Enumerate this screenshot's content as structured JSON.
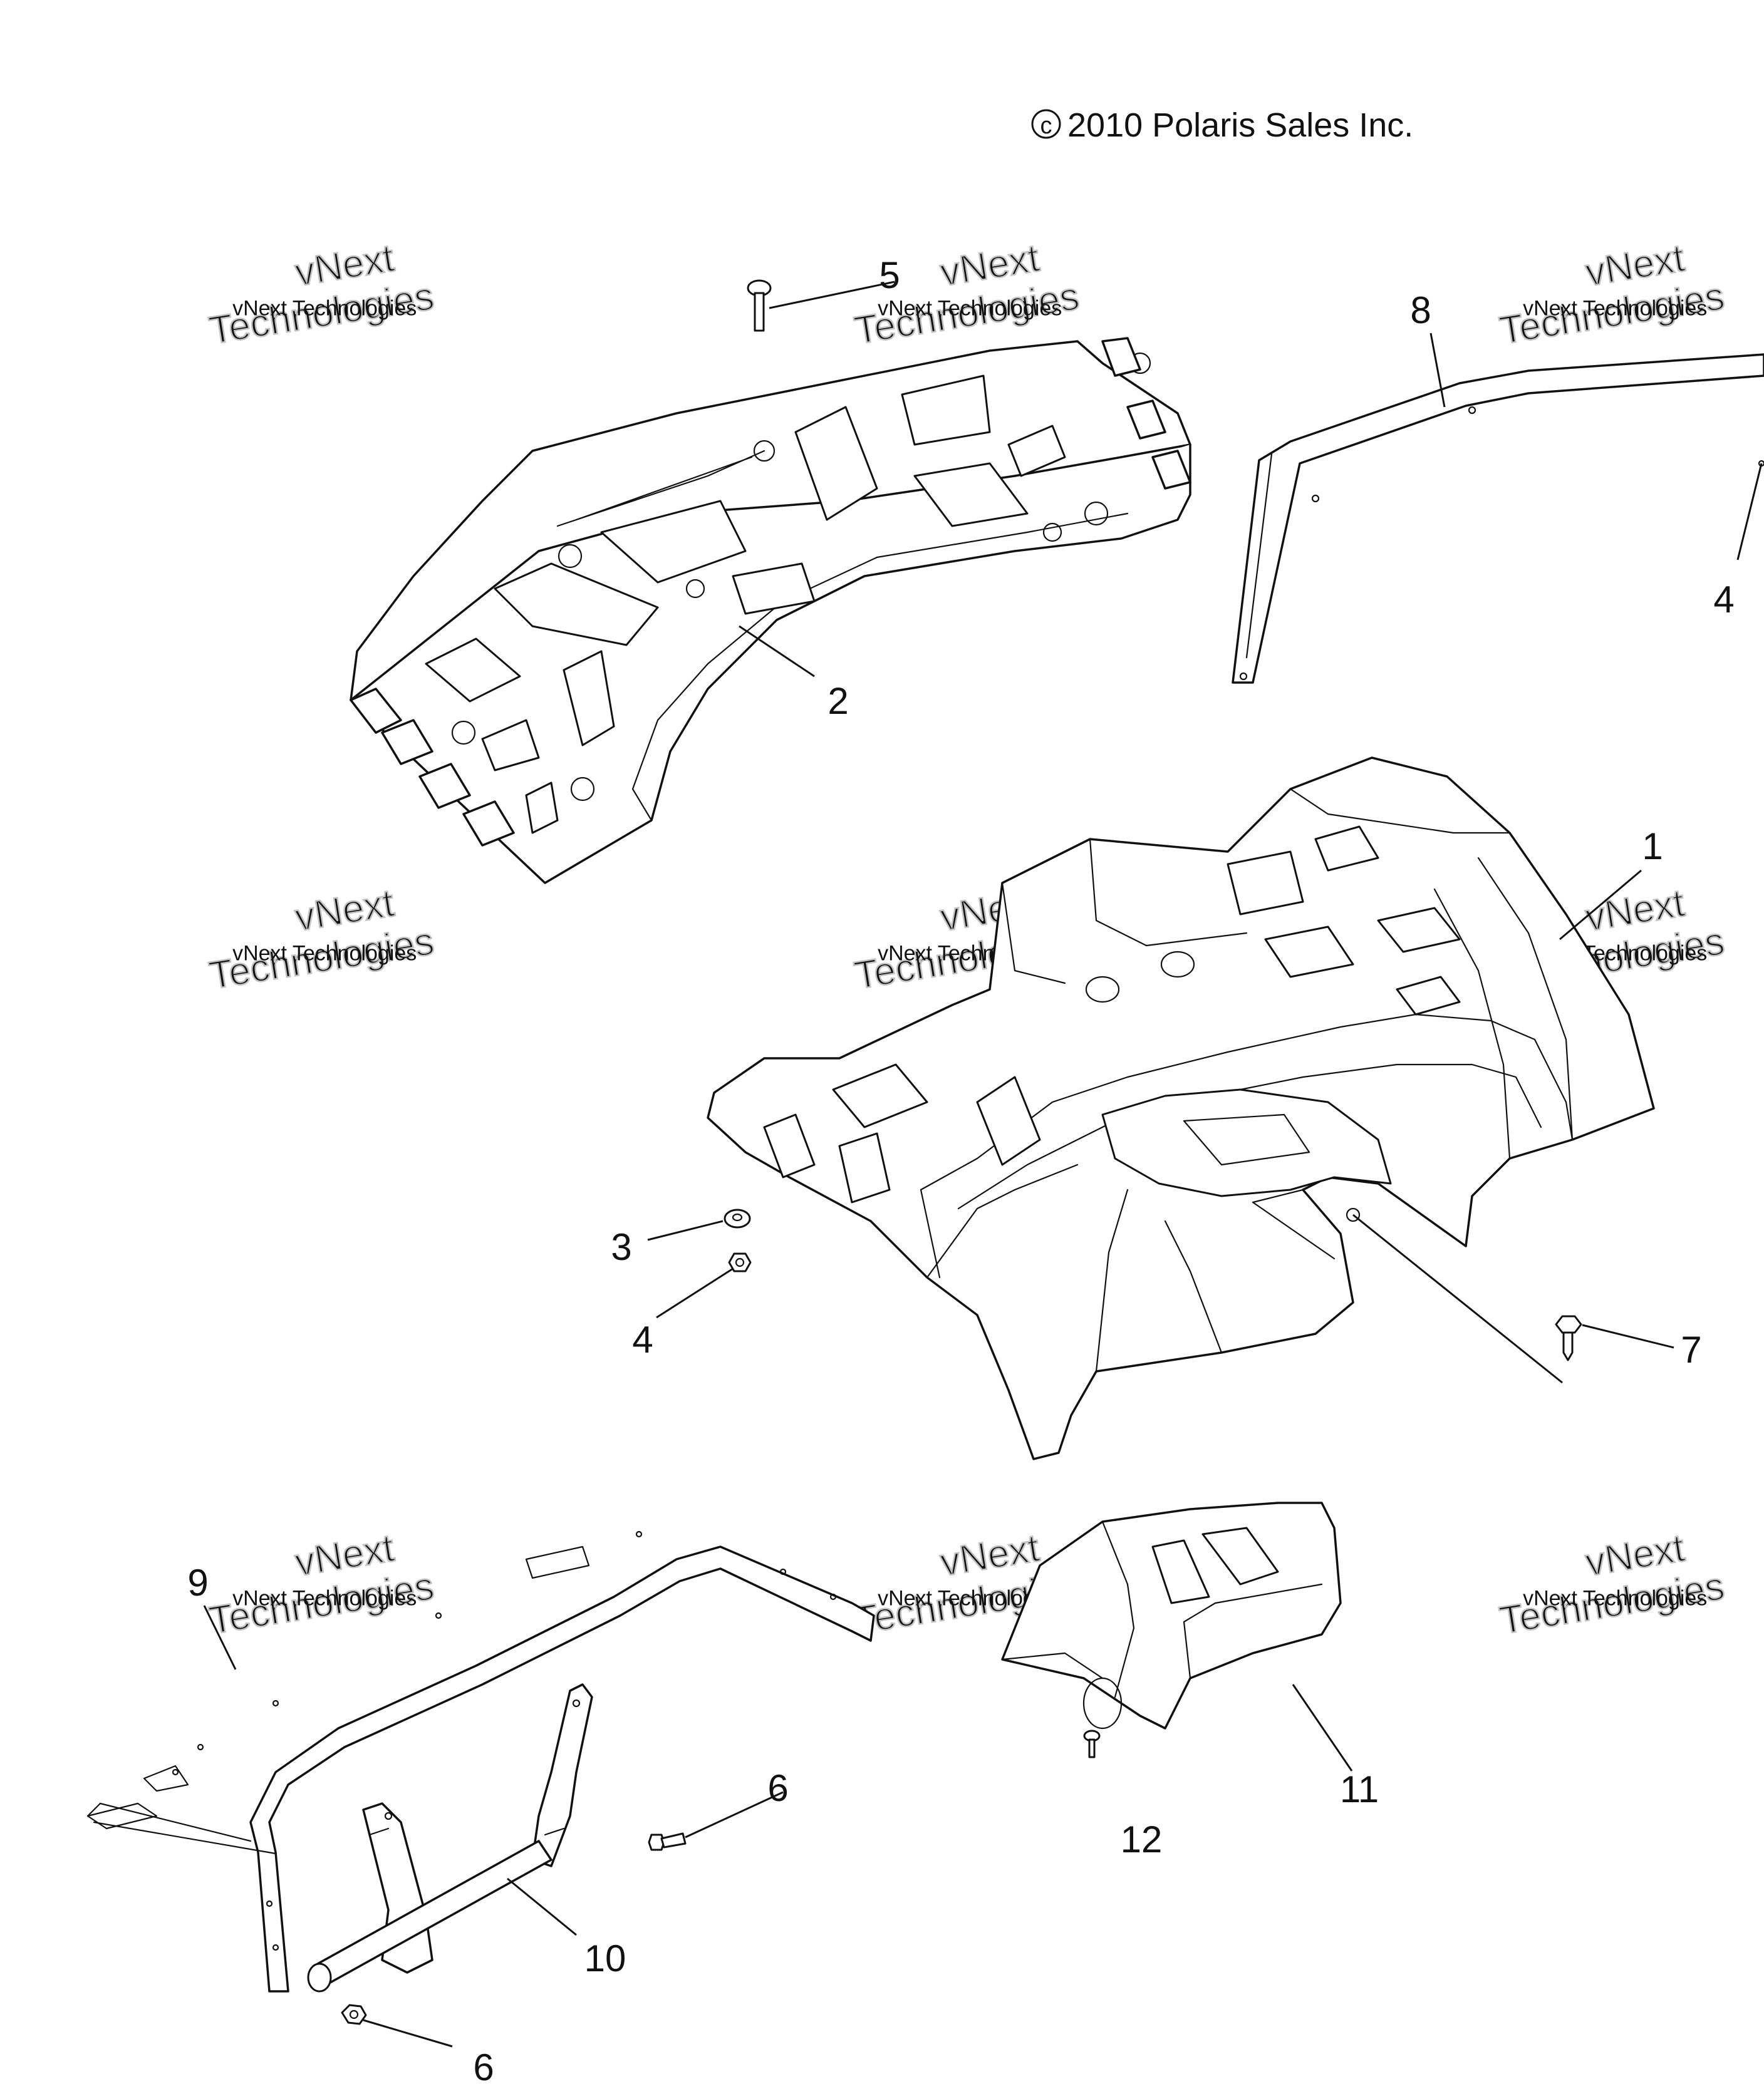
{
  "copyright": "2010 Polaris Sales Inc.",
  "copyright_symbol": "c",
  "watermarks": [
    {
      "id": "wm-1",
      "line1": "vNext",
      "line2": "Technologies",
      "small": "vNext Technologies"
    },
    {
      "id": "wm-2",
      "line1": "vNext",
      "line2": "Technologies",
      "small": "vNext Technologies"
    },
    {
      "id": "wm-3",
      "line1": "vNext",
      "line2": "Technologies",
      "small": "vNext Technologies"
    },
    {
      "id": "wm-4",
      "line1": "vNext",
      "line2": "Technologies",
      "small": "vNext Technologies"
    },
    {
      "id": "wm-5",
      "line1": "vNext",
      "line2": "Technologies",
      "small": "vNext Technologies"
    },
    {
      "id": "wm-6",
      "line1": "vNext",
      "line2": "Technologies",
      "small": "vNext Technologies"
    },
    {
      "id": "wm-7",
      "line1": "vNext",
      "line2": "Technologies",
      "small": "vNext Technologies"
    },
    {
      "id": "wm-8",
      "line1": "vNext",
      "line2": "Technologies",
      "small": "vNext Technologies"
    },
    {
      "id": "wm-9",
      "line1": "vNext",
      "line2": "Technologies",
      "small": "vNext Technologies"
    }
  ],
  "callouts": {
    "c1": "1",
    "c2": "2",
    "c3": "3",
    "c4a": "4",
    "c4b": "4",
    "c5": "5",
    "c6a": "6",
    "c6b": "6",
    "c7": "7",
    "c8": "8",
    "c9": "9",
    "c10": "10",
    "c11": "11",
    "c12": "12"
  }
}
